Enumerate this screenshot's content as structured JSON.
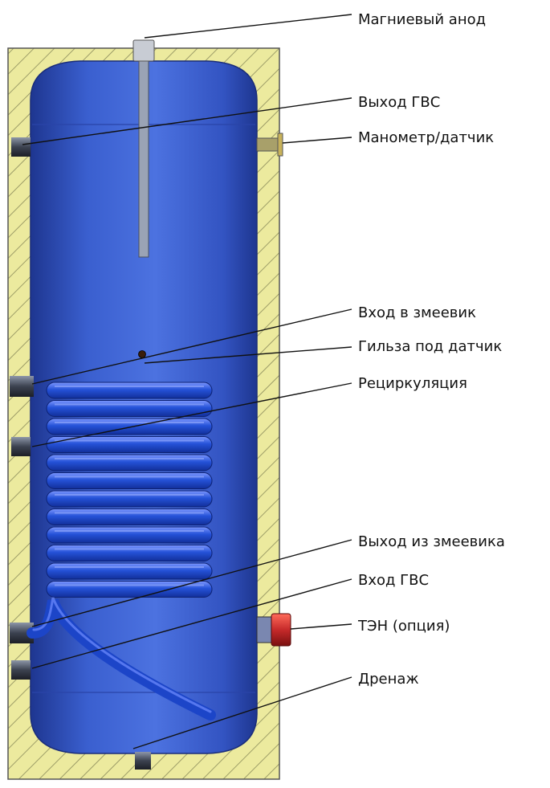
{
  "labels": {
    "anode": "Магниевый анод",
    "hot_out": "Выход ГВС",
    "gauge": "Манометр/датчик",
    "coil_in": "Вход в змеевик",
    "sleeve": "Гильза под датчик",
    "recirc": "Рециркуляция",
    "coil_out": "Выход из змеевика",
    "cold_in": "Вход ГВС",
    "heater": "ТЭН (опция)",
    "drain": "Дренаж"
  },
  "colors": {
    "insulation": "#ecea9e",
    "hatch": "#8a8a5a",
    "tank": "#3a5fcf",
    "tank_dark": "#22399a",
    "coil": "#1c45c8",
    "coil_light": "#6f8dff",
    "heater_flange": "#c62a2a"
  }
}
